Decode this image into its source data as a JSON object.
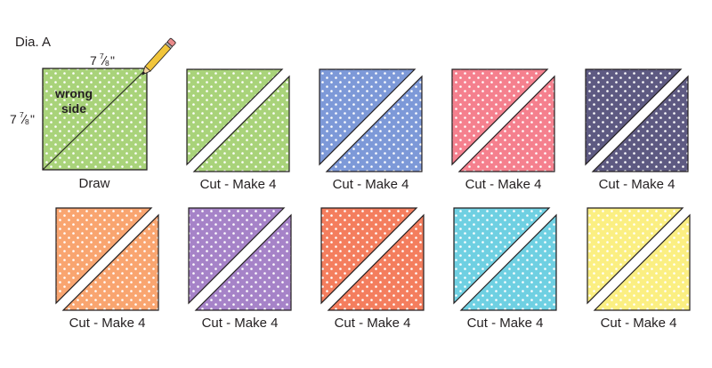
{
  "diagram": {
    "title": "Dia. A",
    "draw_block": {
      "color": "#a9d37a",
      "dimension_top": "7",
      "dimension_left": "7",
      "fraction_num": "7",
      "fraction_den": "8",
      "inch_mark": "\"",
      "label_line1": "wrong",
      "label_line2": "side",
      "caption": "Draw"
    },
    "cut_blocks": [
      {
        "color": "#a9d37a",
        "caption": "Cut - Make 4"
      },
      {
        "color": "#7d99d8",
        "caption": "Cut - Make 4"
      },
      {
        "color": "#f5808e",
        "caption": "Cut - Make 4"
      },
      {
        "color": "#5e5a82",
        "caption": "Cut - Make 4"
      },
      {
        "color": "#f9a570",
        "caption": "Cut - Make 4"
      },
      {
        "color": "#a683c8",
        "caption": "Cut - Make 4"
      },
      {
        "color": "#f47e5e",
        "caption": "Cut - Make 4"
      },
      {
        "color": "#6fd0e2",
        "caption": "Cut - Make 4"
      },
      {
        "color": "#fbef82",
        "caption": "Cut - Make 4"
      }
    ],
    "icons": {
      "pencil": "pencil-icon"
    }
  }
}
